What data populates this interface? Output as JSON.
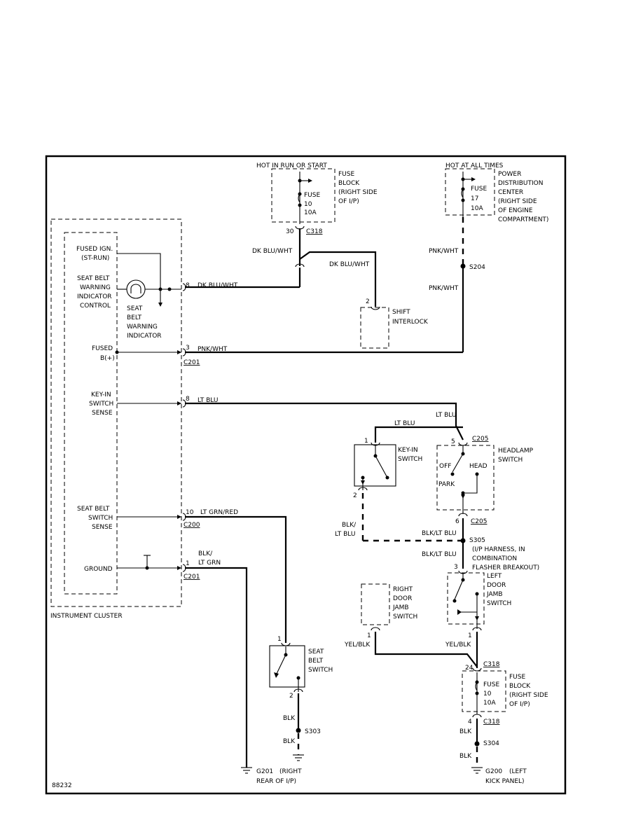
{
  "power": {
    "hot_run_start": "HOT IN RUN OR START",
    "hot_all_times": "HOT AT ALL TIMES"
  },
  "fuse_block_top": {
    "name": [
      "FUSE",
      "BLOCK",
      "(RIGHT SIDE",
      "OF I/P)"
    ],
    "fuse": [
      "FUSE",
      "10",
      "10A"
    ],
    "pin": "30",
    "connector": "C318"
  },
  "pdc": {
    "name": [
      "POWER",
      "DISTRIBUTION",
      "CENTER",
      "(RIGHT SIDE",
      "OF ENGINE",
      "COMPARTMENT)"
    ],
    "fuse": [
      "FUSE",
      "17",
      "10A"
    ]
  },
  "cluster": {
    "title": "INSTRUMENT CLUSTER",
    "inputs": {
      "fused_ign": [
        "FUSED IGN.",
        "(ST-RUN)"
      ],
      "seat_belt_ctrl": [
        "SEAT BELT",
        "WARNING",
        "INDICATOR",
        "CONTROL"
      ],
      "indicator": [
        "SEAT",
        "BELT",
        "WARNING",
        "INDICATOR"
      ],
      "fused_b": [
        "FUSED",
        "B(+)"
      ],
      "key_in_sense": [
        "KEY-IN",
        "SWITCH",
        "SENSE"
      ],
      "sb_switch_sense": [
        "SEAT BELT",
        "SWITCH",
        "SENSE"
      ],
      "ground": "GROUND"
    },
    "pins": {
      "dkblu": "8",
      "pnk": "3",
      "ltblu": "8",
      "ltgrn": "10",
      "blk": "1"
    },
    "connectors": {
      "c201_a": "C201",
      "c200": "C200",
      "c201_b": "C201"
    }
  },
  "wires": {
    "dk_blu_wht_1": "DK BLU/WHT",
    "dk_blu_wht_2": "DK BLU/WHT",
    "dk_blu_wht_3": "DK BLU/WHT",
    "pnk_wht_1": "PNK/WHT",
    "pnk_wht_2": "PNK/WHT",
    "pnk_wht_3": "PNK/WHT",
    "lt_blu_1": "LT BLU",
    "lt_blu_2": "LT BLU",
    "lt_blu_3": "LT BLU",
    "lt_grn_red": "LT GRN/RED",
    "blk_lt_grn": [
      "BLK/",
      "LT GRN"
    ],
    "blk_lt_blu_left": [
      "BLK/",
      "LT BLU"
    ],
    "blk_lt_blu_1": "BLK/LT BLU",
    "blk_lt_blu_2": "BLK/LT BLU",
    "yel_blk_1": "YEL/BLK",
    "yel_blk_2": "YEL/BLK",
    "blk_1": "BLK",
    "blk_2": "BLK",
    "blk_3": "BLK",
    "blk_4": "BLK"
  },
  "splices": {
    "s204": "S204",
    "s305": [
      "S305",
      "(I/P HARNESS, IN",
      "COMBINATION",
      "FLASHER BREAKOUT)"
    ],
    "s303": "S303",
    "s304": "S304"
  },
  "components": {
    "shift_interlock": {
      "name": [
        "SHIFT",
        "INTERLOCK"
      ],
      "pin": "2"
    },
    "key_in_switch": {
      "name": [
        "KEY-IN",
        "SWITCH"
      ],
      "pin_top": "1",
      "pin_bottom": "2"
    },
    "headlamp_switch": {
      "name": [
        "HEADLAMP",
        "SWITCH"
      ],
      "pin_top": "5",
      "pin_bottom": "6",
      "conn_top": "C205",
      "conn_bottom": "C205",
      "off": "OFF",
      "head": "HEAD",
      "park": "PARK"
    },
    "left_door_jamb": {
      "name": [
        "LEFT",
        "DOOR",
        "JAMB",
        "SWITCH"
      ],
      "pin_top": "3",
      "pin_bottom": "1"
    },
    "right_door_jamb": {
      "name": [
        "RIGHT",
        "DOOR",
        "JAMB",
        "SWITCH"
      ],
      "pin": "1"
    },
    "seat_belt_switch": {
      "name": [
        "SEAT",
        "BELT",
        "SWITCH"
      ],
      "pin_top": "1",
      "pin_bottom": "2"
    },
    "fuse_block_bottom": {
      "name": [
        "FUSE",
        "BLOCK",
        "(RIGHT SIDE",
        "OF I/P)"
      ],
      "fuse": [
        "FUSE",
        "10",
        "10A"
      ],
      "pin_top": "24",
      "pin_bottom": "4",
      "conn_top": "C318",
      "conn_bottom": "C318"
    }
  },
  "grounds": {
    "g201": [
      "G201",
      "(RIGHT",
      "REAR OF I/P)"
    ],
    "g200": [
      "G200",
      "(LEFT",
      "KICK PANEL)"
    ]
  },
  "figure_id": "88232"
}
